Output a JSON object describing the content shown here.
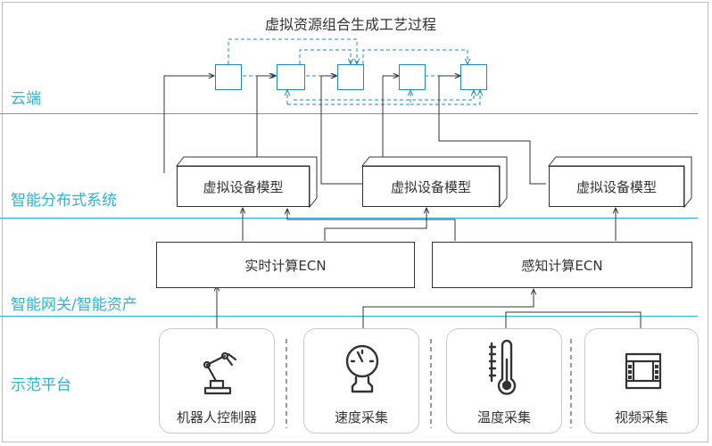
{
  "title": "虚拟资源组合生成工艺过程",
  "layers": {
    "cloud": "云端",
    "distributed": "智能分布式系统",
    "gateway": "智能网关/智能资产",
    "demo": "示范平台"
  },
  "models": [
    "虚拟设备模型",
    "虚拟设备模型",
    "虚拟设备模型"
  ],
  "compute": {
    "realtime": "实时计算ECN",
    "perception": "感知计算ECN"
  },
  "devices": [
    "机器人控制器",
    "速度采集",
    "温度采集",
    "视频采集"
  ],
  "icons": [
    "robot-arm-icon",
    "gauge-icon",
    "thermometer-icon",
    "film-strip-icon"
  ],
  "colors": {
    "accent": "#2bb4d6",
    "dashed": "#1f88c2",
    "line": "#333333"
  }
}
